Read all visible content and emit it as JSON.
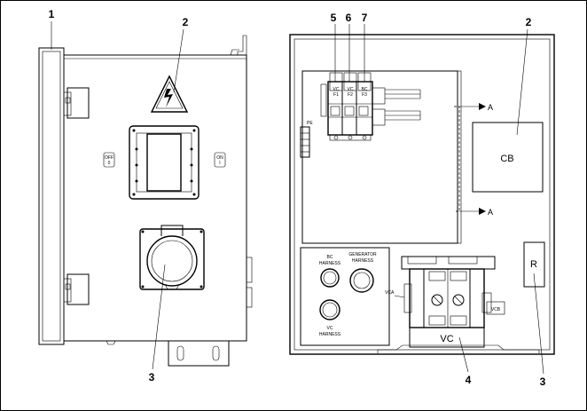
{
  "callouts": {
    "left_1": "1",
    "left_2": "2",
    "left_3": "3",
    "right_5": "5",
    "right_6": "6",
    "right_7": "7",
    "right_2": "2",
    "right_4": "4",
    "right_3": "3"
  },
  "front_panel": {
    "off_top": "OFF",
    "off_bottom": "0",
    "on_top": "ON",
    "on_bottom": "I"
  },
  "interior": {
    "pe": "PE",
    "fuse1_top": "VC",
    "fuse1_bottom": "F1",
    "fuse2_top": "VC",
    "fuse2_bottom": "F2",
    "fuse3_top": "BC",
    "fuse3_bottom": "F3",
    "arrow_a_top": "A",
    "arrow_a_bottom": "A",
    "cb": "CB",
    "r": "R",
    "bc_harness_1": "BC",
    "bc_harness_2": "HARNESS",
    "gen_harness_1": "GENERATOR",
    "gen_harness_2": "HARNESS",
    "vc_harness_1": "VC",
    "vc_harness_2": "HARNESS",
    "vca": "VCA",
    "vcb": "VCB",
    "vc": "VC"
  }
}
